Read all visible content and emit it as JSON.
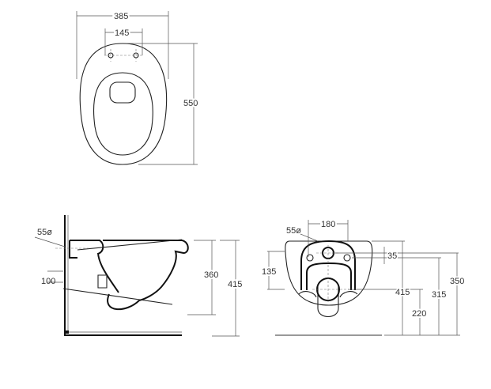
{
  "top_view": {
    "width_label": "385",
    "hinge_spacing_label": "145",
    "length_label": "550"
  },
  "side_view": {
    "outlet_diameter_label": "55ø",
    "outlet_offset_label": "100",
    "height_label": "360",
    "total_height_label": "415"
  },
  "front_view": {
    "outlet_diameter_label": "55ø",
    "fixing_spacing_label": "180",
    "inlet_height_label": "135",
    "offset_label": "35",
    "total_height_label": "415",
    "outlet_height_label": "220",
    "fixing_height_label": "315",
    "inlet_top_label": "350"
  }
}
